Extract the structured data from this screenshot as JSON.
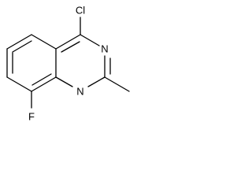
{
  "molecule": {
    "atoms": {
      "chlorine": "Cl",
      "nitrogen_3": "N",
      "nitrogen_1": "N",
      "fluorine": "F"
    },
    "colors": {
      "bond": "#000000",
      "label": "#000000",
      "background": "#ffffff"
    }
  }
}
